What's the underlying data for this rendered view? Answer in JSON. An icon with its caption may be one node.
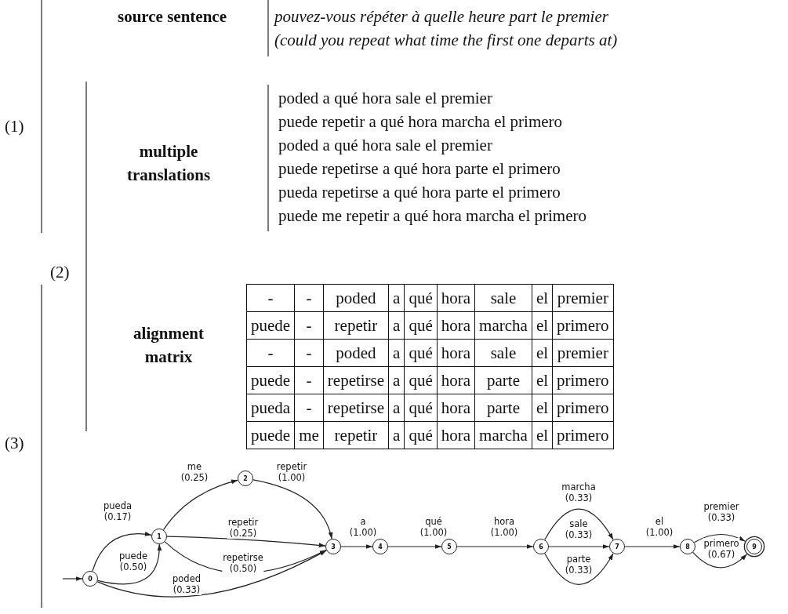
{
  "diagram": {
    "nodes": [
      {
        "text": [
          "0"
        ]
      },
      {
        "text": [
          "1"
        ]
      },
      {
        "text": [
          "2"
        ]
      },
      {
        "text": [
          "3"
        ]
      },
      {
        "text": [
          "4"
        ]
      },
      {
        "text": [
          "5"
        ]
      },
      {
        "text": [
          "6"
        ]
      },
      {
        "text": [
          "7"
        ]
      },
      {
        "text": [
          "8"
        ]
      },
      {
        "text": [
          "9"
        ]
      }
    ],
    "edges": [
      {
        "from": 0,
        "to": 1,
        "arrow": "to",
        "label": "pueda (0.17)"
      },
      {
        "from": 0,
        "to": 1,
        "arrow": "to",
        "label": "puede (0.50)"
      },
      {
        "from": 1,
        "to": 2,
        "arrow": "to",
        "label": "me (0.25)"
      },
      {
        "from": 2,
        "to": 3,
        "arrow": "to",
        "label": "repetir (1.00)"
      },
      {
        "from": 1,
        "to": 3,
        "arrow": "to",
        "label": "repetir (0.25)"
      },
      {
        "from": 1,
        "to": 3,
        "arrow": "to",
        "label": "repetirse (0.50)"
      },
      {
        "from": 0,
        "to": 3,
        "arrow": "to",
        "label": "poded (0.33)"
      },
      {
        "from": 3,
        "to": 4,
        "arrow": "to",
        "label": "a (1.00)"
      },
      {
        "from": 4,
        "to": 5,
        "arrow": "to",
        "label": "qué (1.00)"
      },
      {
        "from": 5,
        "to": 6,
        "arrow": "to",
        "label": "hora (1.00)"
      },
      {
        "from": 6,
        "to": 7,
        "arrow": "to",
        "label": "marcha (0.33)"
      },
      {
        "from": 6,
        "to": 7,
        "arrow": "to",
        "label": "sale (0.33)"
      },
      {
        "from": 6,
        "to": 7,
        "arrow": "to",
        "label": "parte (0.33)"
      },
      {
        "from": 7,
        "to": 8,
        "arrow": "to",
        "label": "el (1.00)"
      },
      {
        "from": 8,
        "to": 9,
        "arrow": "to",
        "label": "premier (0.33)"
      },
      {
        "from": 8,
        "to": 9,
        "arrow": "to",
        "label": "primero (0.67)"
      },
      {
        "from": null,
        "to": 0,
        "arrow": "to"
      }
    ],
    "labels": [
      "source sentence",
      "pouvez-vous répéter à quelle heure part le premier",
      "(could you repeat what time the first one departs at)",
      "(1)",
      "multiple translations",
      "poded a qué hora sale el premier",
      "puede repetir a qué hora marcha el primero",
      "poded a qué hora sale el premier",
      "puede repetirse a qué hora parte el primero",
      "pueda repetirse a qué hora parte el primero",
      "puede me repetir a qué hora marcha el primero",
      "(2)",
      "alignment matrix",
      "-",
      "-",
      "poded",
      "a",
      "qué",
      "hora",
      "sale",
      "el",
      "premier",
      "puede",
      "-",
      "repetir",
      "a",
      "qué",
      "hora",
      "marcha",
      "el",
      "primero",
      "-",
      "-",
      "poded",
      "a",
      "qué",
      "hora",
      "sale",
      "el",
      "premier",
      "puede",
      "-",
      "repetirse",
      "a",
      "qué",
      "hora",
      "parte",
      "el",
      "primero",
      "pueda",
      "-",
      "repetirse",
      "a",
      "qué",
      "hora",
      "parte",
      "el",
      "primero",
      "puede",
      "me",
      "repetir",
      "a",
      "qué",
      "hora",
      "marcha",
      "el",
      "primero",
      "(3)"
    ]
  }
}
